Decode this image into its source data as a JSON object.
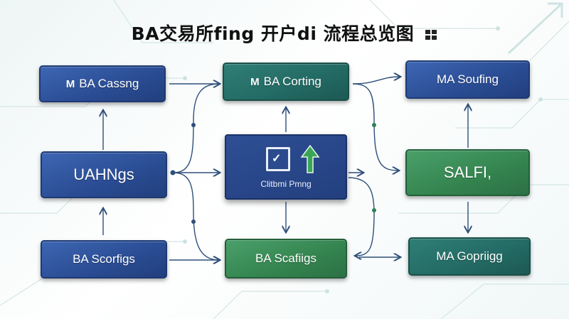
{
  "title": "BA交易所fing 开户di 流程总览图",
  "colors": {
    "blue": "#2a4c93",
    "teal": "#236a64",
    "green": "#34844f",
    "wire": "#2f4f7a"
  },
  "nodes": {
    "ba_cassng": {
      "icon": "M",
      "label": "BA Cassng"
    },
    "ba_corting": {
      "icon": "M",
      "label": "BA Corting"
    },
    "ma_soufing": {
      "label": "MA Soufing"
    },
    "uahngs": {
      "label": "UAHNgs"
    },
    "center": {
      "label": "Clitbmi Pmng"
    },
    "salfi": {
      "label": "SALFI,"
    },
    "ba_scorfigs": {
      "label": "BA Scorfigs"
    },
    "ba_scafiigs": {
      "label": "BA Scafiigs"
    },
    "ma_gopriigg": {
      "label": "MA Gopriigg"
    }
  }
}
